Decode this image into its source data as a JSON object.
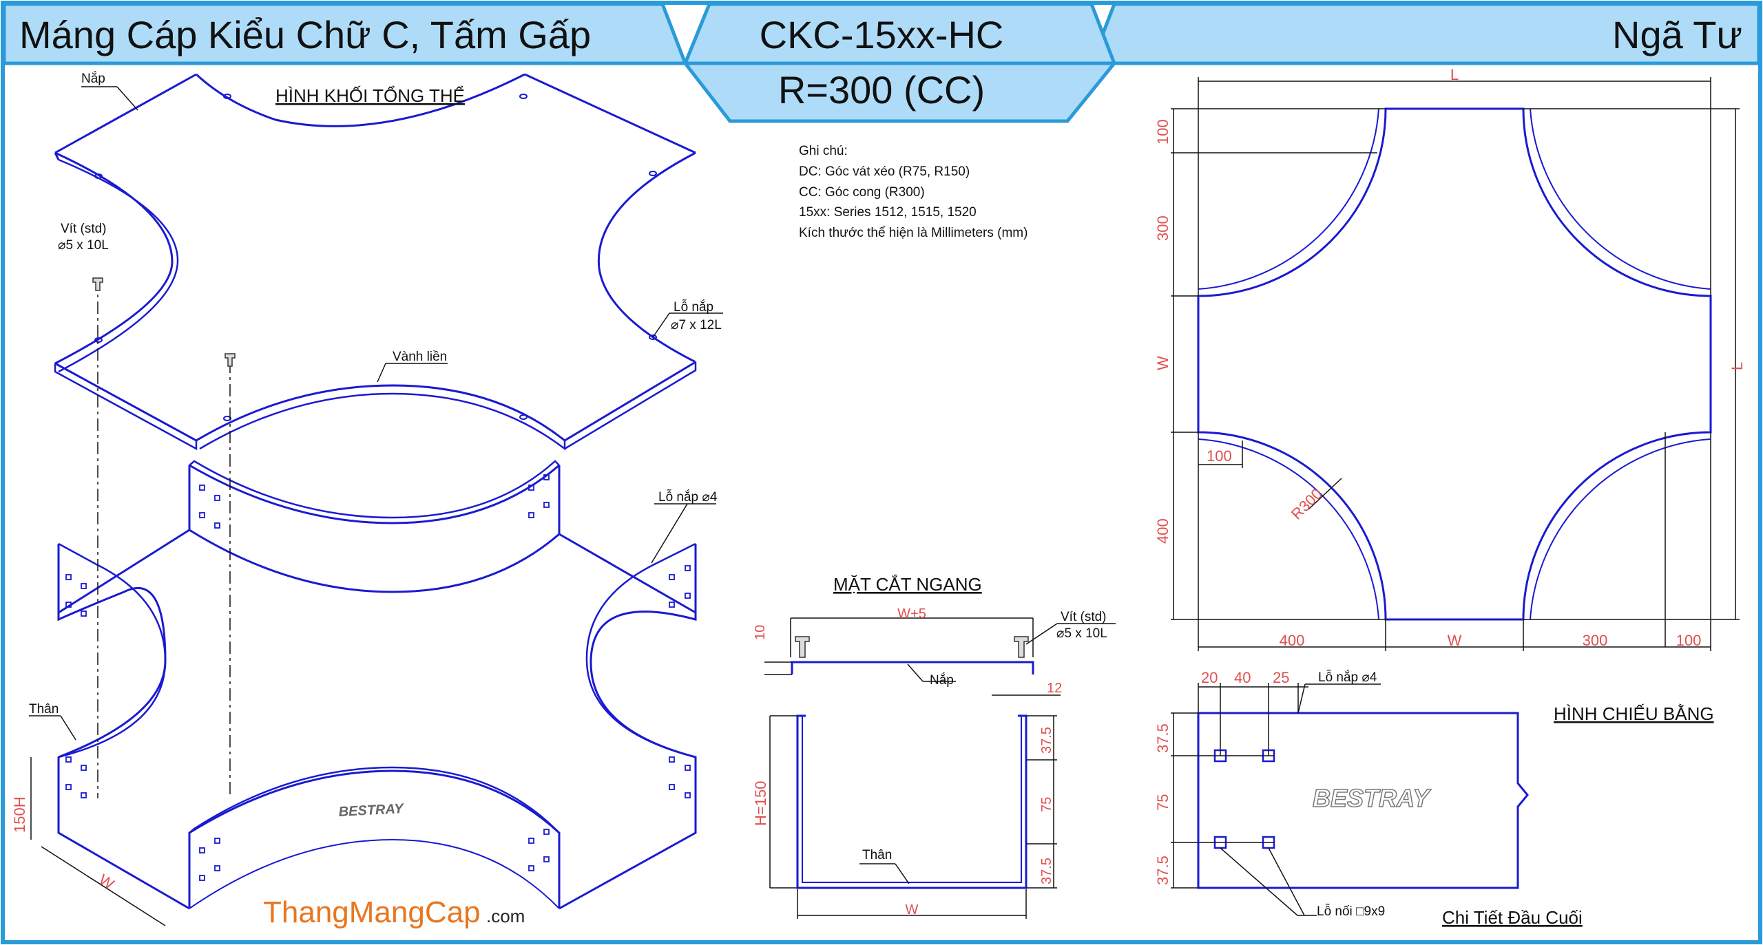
{
  "header": {
    "title_left": "Máng Cáp Kiểu Chữ C, Tấm Gấp",
    "code": "CKC-15xx-HC",
    "radius": "R=300 (CC)",
    "title_right": "Ngã Tư"
  },
  "notes": {
    "heading": "Ghi chú:",
    "lines": [
      "DC: Góc vát xéo (R75, R150)",
      "CC: Góc cong (R300)",
      "15xx: Series 1512, 1515, 1520",
      "Kích thước thể hiện là Millimeters (mm)"
    ]
  },
  "iso_view": {
    "title": "HÌNH KHỐI TỔNG THỂ",
    "lid": "Nắp",
    "screw_1": "Vít (std)",
    "screw_2": "⌀5 x 10L",
    "lid_hole_1": "Lỗ nắp",
    "lid_hole_2": "⌀7 x 12L",
    "rim": "Vành liền",
    "body_hole": "Lỗ nắp ⌀4",
    "body": "Thân",
    "height": "150H",
    "width": "W",
    "logo": "BESTRAY"
  },
  "section_view": {
    "title": "MẶT CẮT NGANG",
    "dim_top": "W+5",
    "dim_10": "10",
    "dim_12": "12",
    "screw_1": "Vít (std)",
    "screw_2": "⌀5 x 10L",
    "lid": "Nắp",
    "height": "H=150",
    "d37a": "37.5",
    "d75": "75",
    "d37b": "37.5",
    "body": "Thân",
    "dim_bottom": "W"
  },
  "plan_view": {
    "dim_L_top": "L",
    "dim_100": "100",
    "dim_300": "300",
    "dim_W_left": "W",
    "dim_400": "400",
    "dim_L_right": "L",
    "dim_100_inner": "100",
    "radius": "R300",
    "b400": "400",
    "bW": "W",
    "b300": "300",
    "b100": "100",
    "title": "HÌNH CHIẾU BẰNG"
  },
  "end_detail": {
    "d20": "20",
    "d40": "40",
    "d25": "25",
    "hole": "Lỗ nắp ⌀4",
    "v37a": "37.5",
    "v75": "75",
    "v37b": "37.5",
    "logo": "BESTRAY",
    "slot": "Lỗ nối □9x9",
    "title": "Chi Tiết Đầu Cuối"
  },
  "brand": {
    "name": "ThangMangCap",
    "suffix": ".com",
    "color": "#e8761f"
  },
  "colors": {
    "frame": "#2a9ad8",
    "banner": "#aedcf8",
    "line": "#1a1ad2",
    "dim": "#e05050"
  }
}
